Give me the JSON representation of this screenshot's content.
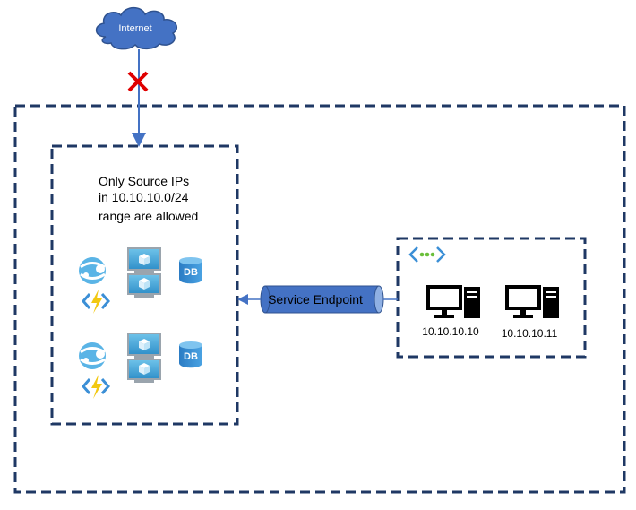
{
  "cloud": {
    "label": "Internet"
  },
  "restriction": {
    "line1": "Only Source IPs",
    "line2": "in 10.10.10.0/24",
    "line3": "range are allowed"
  },
  "endpoint": {
    "label": "Service Endpoint"
  },
  "vnet": {
    "hosts": [
      {
        "ip": "10.10.10.10"
      },
      {
        "ip": "10.10.10.11"
      }
    ]
  },
  "icons": {
    "blocked": "red-x-icon",
    "function": "azure-function-icon",
    "app_service": "app-service-icon",
    "vm": "virtual-machine-icon",
    "db": "database-icon",
    "vnet": "virtual-network-icon",
    "computer": "desktop-computer-icon"
  },
  "db_label": "DB",
  "colors": {
    "dash": "#1f3864",
    "arrow": "#4472c4",
    "cloud": "#4472c4",
    "blocked": "#e00000",
    "endpoint_fill": "#4472c4"
  }
}
